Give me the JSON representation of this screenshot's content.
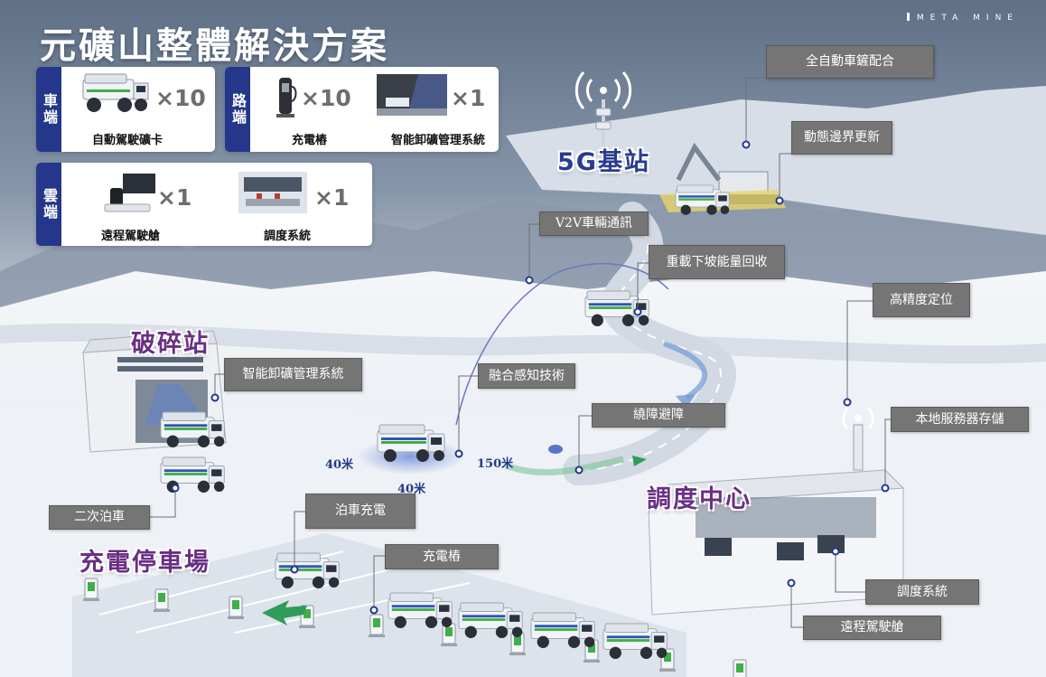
{
  "title": "元礦山整體解決方案",
  "brand": "META MINE",
  "panels": {
    "vehicle": {
      "tag": "車端",
      "items": [
        {
          "icon": "mining-truck-icon",
          "count": "×10",
          "label": "自動駕駛礦卡"
        }
      ]
    },
    "road": {
      "tag": "路端",
      "items": [
        {
          "icon": "charging-pile-icon",
          "count": "×10",
          "label": "充電樁"
        },
        {
          "icon": "unloading-system-icon",
          "count": "×1",
          "label": "智能卸礦管理系統"
        }
      ]
    },
    "cloud": {
      "tag": "雲端",
      "items": [
        {
          "icon": "remote-cockpit-icon",
          "count": "×1",
          "label": "遠程駕駛艙"
        },
        {
          "icon": "dispatch-room-icon",
          "count": "×1",
          "label": "調度系統"
        }
      ]
    }
  },
  "zones": {
    "base_station": "5G基站",
    "crusher": "破碎站",
    "dispatch": "調度中心",
    "parking": "充電停車場"
  },
  "callouts": {
    "shovel": "全自動車鏟配合",
    "boundary": "動態邊界更新",
    "v2v": "V2V車輛通訊",
    "regen": "重載下坡能量回收",
    "positioning": "高精度定位",
    "unloading": "智能卸礦管理系統",
    "fusion": "融合感知技術",
    "obstacle": "繞障避障",
    "server": "本地服務器存儲",
    "secondary_parking": "二次泊車",
    "parking_charge": "泊車充電",
    "charger": "充電樁",
    "dispatch_system": "調度系統",
    "cockpit": "遠程駕駛艙"
  },
  "distances": {
    "left": "40米",
    "bottom": "40米",
    "right": "150米"
  },
  "colors": {
    "navy": "#24378a",
    "purple_text": "#6a2f83",
    "callout_bg": "#757575",
    "truck_stripe": "#3fae4b"
  }
}
